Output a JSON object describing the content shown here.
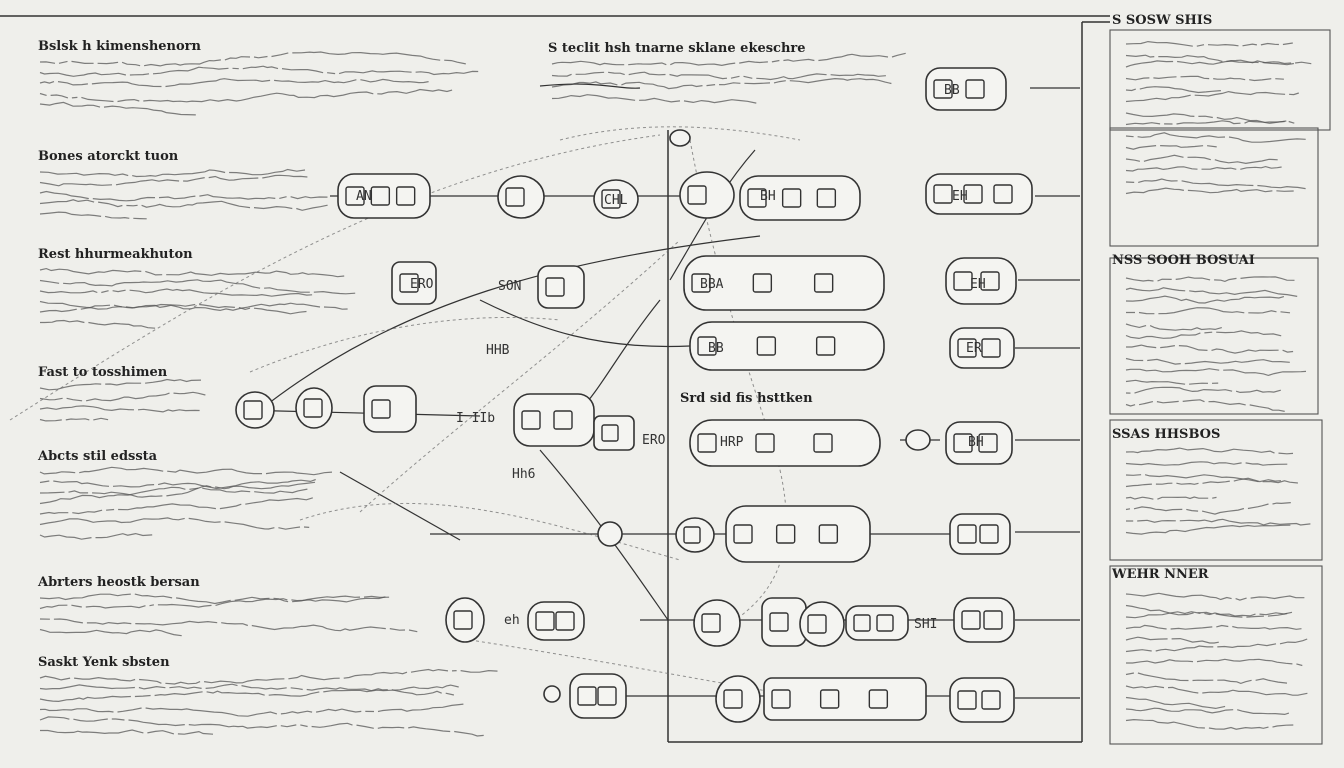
{
  "left_sections": [
    {
      "title": "Bslsk h kimenshenorn",
      "lines": 5
    },
    {
      "title": "Bones atorckt tuon",
      "lines": 5
    },
    {
      "title": "Rest hhurmeakhuton",
      "lines": 6
    },
    {
      "title": "Fast to tosshimen",
      "lines": 4
    },
    {
      "title": "Abcts stil edssta",
      "lines": 7
    },
    {
      "title": "Abrters heostk bersan",
      "lines": 4
    },
    {
      "title": "Saskt Yenk sbsten",
      "lines": 6
    }
  ],
  "center_top": {
    "title": "S teclit hsh tnarne sklane ekeschre",
    "lines": 4
  },
  "center_mid_title": "Srd sid fis hsttken",
  "node_labels": [
    {
      "id": "n1",
      "text": "BB"
    },
    {
      "id": "n2",
      "text": "AN"
    },
    {
      "id": "n3",
      "text": "CHL"
    },
    {
      "id": "n4",
      "text": "BH"
    },
    {
      "id": "n5",
      "text": "EH"
    },
    {
      "id": "n6",
      "text": "ERO"
    },
    {
      "id": "n7",
      "text": "BBA"
    },
    {
      "id": "n8",
      "text": "EH"
    },
    {
      "id": "n9",
      "text": "BB"
    },
    {
      "id": "n10",
      "text": "ER"
    },
    {
      "id": "n11",
      "text": "HRP"
    },
    {
      "id": "n12",
      "text": "BH"
    }
  ],
  "inline_labels": [
    "I IIb",
    "SON",
    "HHB",
    "ERO",
    "Hh6",
    "SHI",
    "eh"
  ],
  "right_panel": [
    {
      "title": "S SOSW SHIS",
      "lines": 14
    },
    {
      "title": "NSS SOOH BOSUAI",
      "lines": 12
    },
    {
      "title": "SSAS HHSBOS",
      "lines": 8
    },
    {
      "title": "WEHR NNER",
      "lines": 12
    }
  ]
}
